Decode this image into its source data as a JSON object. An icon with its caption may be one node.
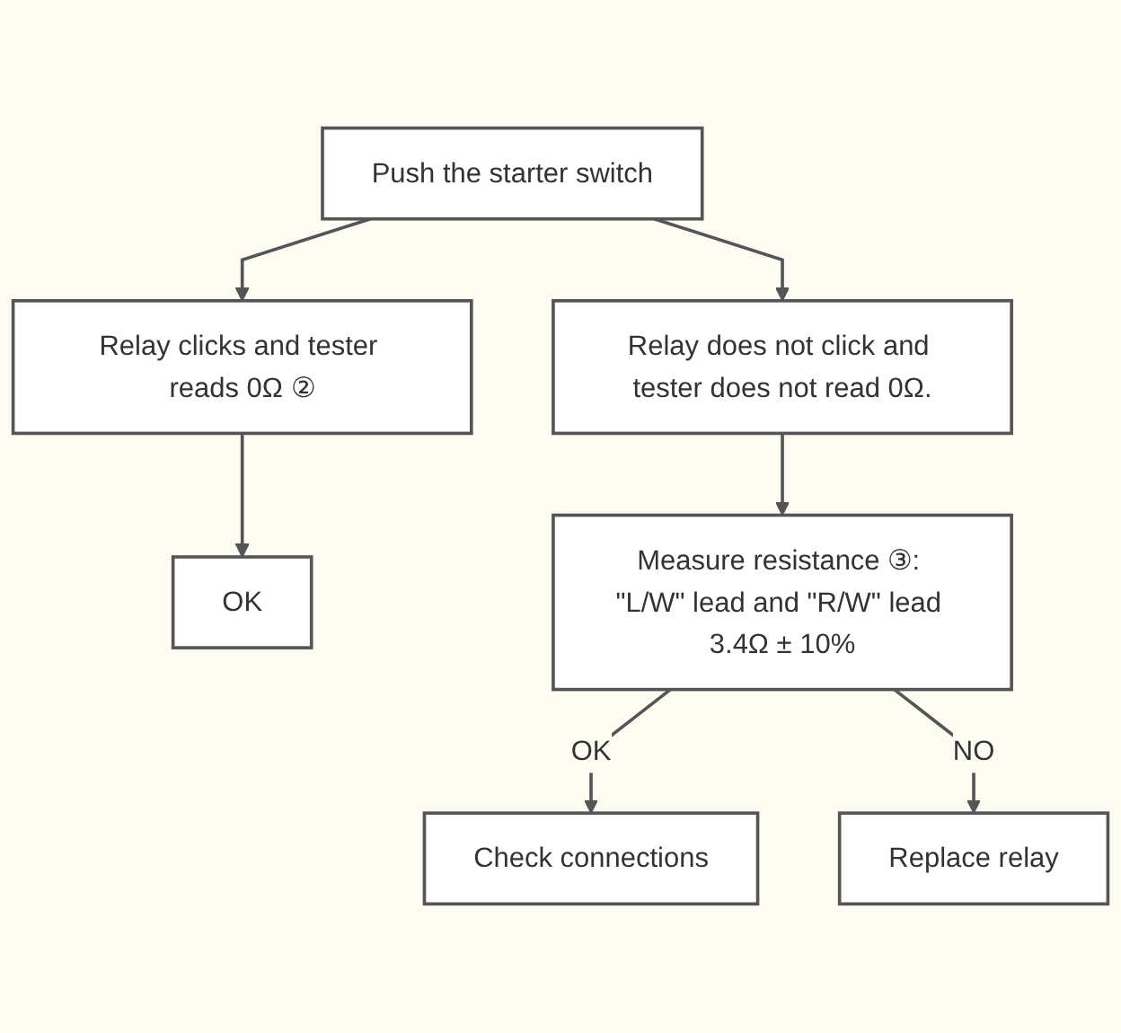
{
  "diagram": {
    "nodes": [
      {
        "text": [
          "Push the starter switch"
        ]
      },
      {
        "text": [
          "Relay clicks and tester reads 0Ω ②"
        ]
      },
      {
        "text": [
          "Relay does not click and tester does not read 0Ω."
        ]
      },
      {
        "text": [
          "OK"
        ]
      },
      {
        "text": [
          "Measure resistance ③: \"L/W\" lead and \"R/W\" lead 3.4Ω ± 10%"
        ]
      },
      {
        "text": [
          "Check connections"
        ]
      },
      {
        "text": [
          "Replace relay"
        ]
      }
    ],
    "edges": [
      {
        "from": 0,
        "to": 1,
        "arrow": "to"
      },
      {
        "from": 0,
        "to": 2,
        "arrow": "to"
      },
      {
        "from": 1,
        "to": 3,
        "arrow": "to"
      },
      {
        "from": 2,
        "to": 4,
        "arrow": "to"
      },
      {
        "from": 4,
        "to": 5,
        "arrow": "to",
        "label": "OK"
      },
      {
        "from": 4,
        "to": 6,
        "arrow": "to",
        "label": "NO"
      }
    ]
  }
}
